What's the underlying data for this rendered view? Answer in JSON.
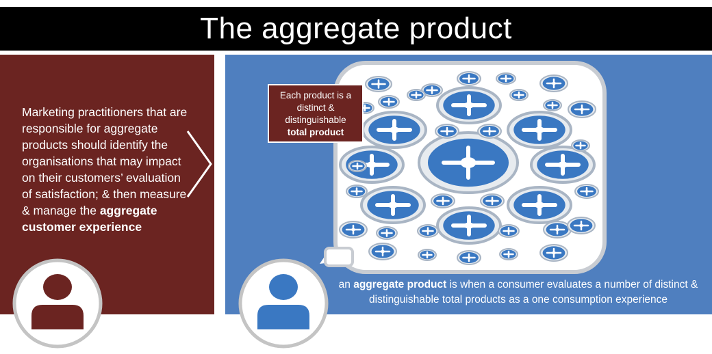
{
  "header": {
    "title": "The aggregate product"
  },
  "left": {
    "text_1": "Marketing practitioners that are responsible for aggregate products should identify the organisations that may impact on their customers’ evaluation of satisfaction; & then measure & manage the ",
    "text_bold": "aggregate customer experience"
  },
  "callout": {
    "line_1": "Each product is a",
    "line_2": "distinct &",
    "line_3": "distinguishable",
    "line_4": "total product"
  },
  "caption": {
    "pre": "an ",
    "bold": "aggregate product",
    "post": " is when a consumer evaluates a number of distinct & distinguishable total products  as a one consumption experience"
  },
  "colors": {
    "title_bar": "#000000",
    "left_panel": "#6b2421",
    "right_panel": "#4f7fbf",
    "product_blue": "#3a78c2",
    "product_ring": "#a9b5c4"
  },
  "icons": [
    "person-icon-red",
    "person-icon-blue",
    "chevron-right-icon",
    "thought-bubble-icon"
  ]
}
